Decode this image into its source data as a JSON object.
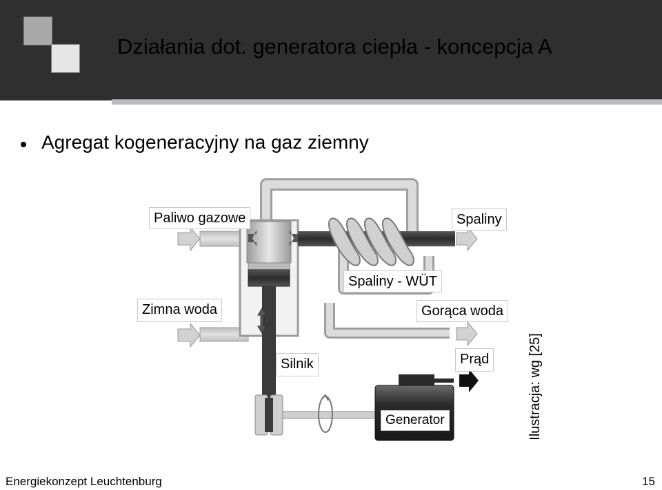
{
  "header": {
    "title": "Działania dot. generatora ciepła - koncepcja A"
  },
  "bullet": {
    "text": "Agregat kogeneracyjny na gaz ziemny"
  },
  "diagram": {
    "labels": {
      "fuel": "Paliwo gazowe",
      "exhaust": "Spaliny",
      "exhaust_hx": "Spaliny - WÜT",
      "cold_water": "Zimna woda",
      "hot_water": "Gorąca woda",
      "engine": "Silnik",
      "power": "Prąd",
      "generator": "Generator"
    },
    "credit": "Ilustracja: wg [25]"
  },
  "footer": {
    "left": "Energiekonzept Leuchtenburg",
    "page_number": "15"
  },
  "colors": {
    "header_bg": "#2f2f2f",
    "pipe_fill": "#d2d2d2",
    "dark_metal": "#3a3a3a"
  }
}
